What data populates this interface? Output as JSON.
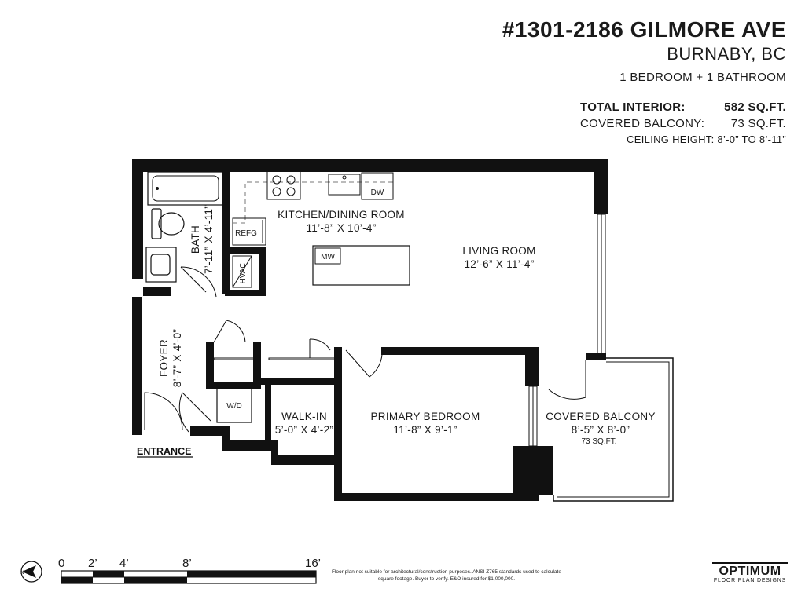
{
  "header": {
    "address": "#1301-2186 GILMORE AVE",
    "city": "BURNABY, BC",
    "bed_bath": "1 BEDROOM + 1 BATHROOM",
    "total_interior_label": "TOTAL INTERIOR:",
    "total_interior_value": "582 SQ.FT.",
    "balcony_label": "COVERED BALCONY:",
    "balcony_value": "73 SQ.FT.",
    "ceiling_height": "CEILING HEIGHT: 8’-0” TO 8’-11”"
  },
  "rooms": {
    "kitchen": {
      "name": "KITCHEN/DINING ROOM",
      "dims": "11’-8” X 10’-4”"
    },
    "living": {
      "name": "LIVING ROOM",
      "dims": "12’-6” X 11’-4”"
    },
    "bath": {
      "name": "BATH",
      "dims": "7’-11” X 4’-11”"
    },
    "foyer": {
      "name": "FOYER",
      "dims": "8’-7” X 4’-0”"
    },
    "walkin": {
      "name": "WALK-IN",
      "dims": "5’-0” X 4’-2”"
    },
    "bedroom": {
      "name": "PRIMARY BEDROOM",
      "dims": "11’-8” X 9’-1”"
    },
    "balcony": {
      "name": "COVERED BALCONY",
      "dims": "8’-5” X 8’-0”",
      "area": "73 SQ.FT."
    }
  },
  "fixtures": {
    "refrigerator": "REFG",
    "dishwasher": "DW",
    "microwave": "MW",
    "hvac": "HVAC",
    "washer_dryer": "W/D"
  },
  "entrance": "ENTRANCE",
  "scale": {
    "labels": [
      "0",
      "2’",
      "4’",
      "8’",
      "16’"
    ]
  },
  "compass": {
    "label": "N"
  },
  "disclaimer": "Floor plan not suitable for architectural/construction purposes. ANSI Z765 standards used to calculate square footage. Buyer to verify. E&O insured for $1,000,000.",
  "logo": {
    "line1": "OPTIMUM",
    "line2": "FLOOR PLAN DESIGNS"
  }
}
